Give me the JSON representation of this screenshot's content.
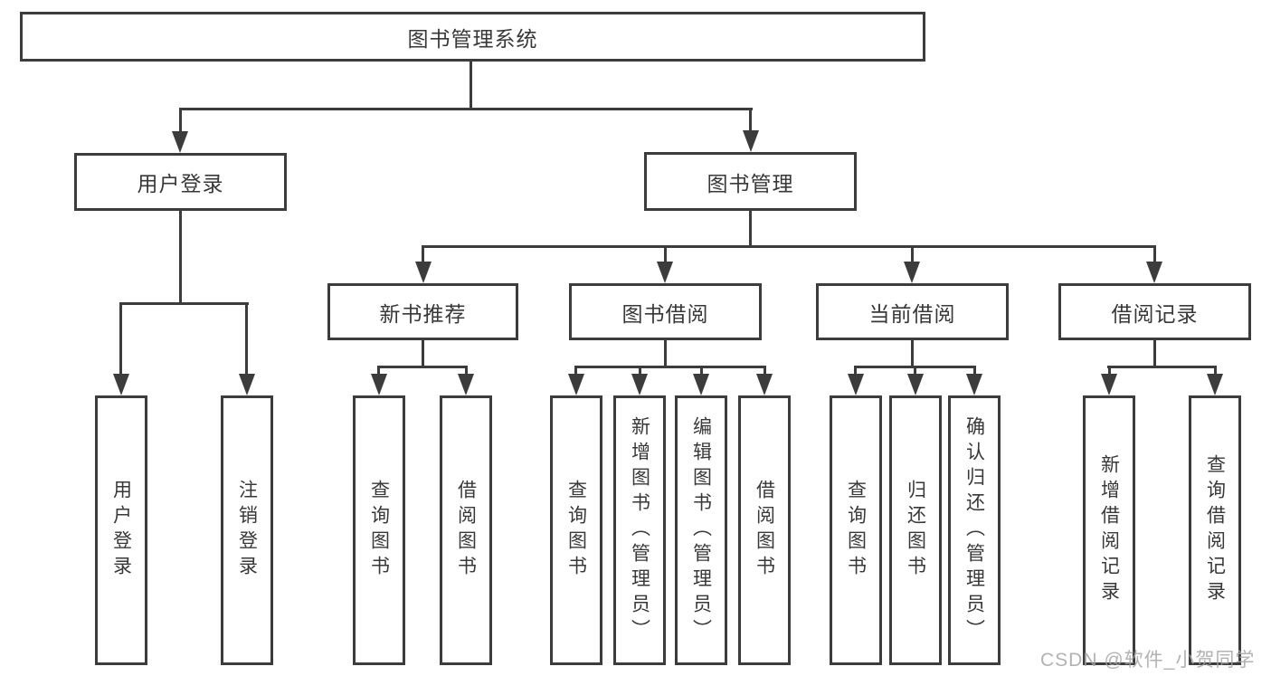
{
  "diagram": {
    "root": "图书管理系统",
    "level2": {
      "user_login": "用户登录",
      "book_mgmt": "图书管理"
    },
    "level3": {
      "new_books": "新书推荐",
      "book_borrow": "图书借阅",
      "current_borrow": "当前借阅",
      "borrow_records": "借阅记录"
    },
    "leaves": {
      "user_login": [
        "用户登录",
        "注销登录"
      ],
      "new_books": [
        "查询图书",
        "借阅图书"
      ],
      "book_borrow": [
        "查询图书",
        "新增图书（管理员）",
        "编辑图书（管理员）",
        "借阅图书"
      ],
      "current_borrow": [
        "查询图书",
        "归还图书",
        "确认归还（管理员）"
      ],
      "borrow_records": [
        "新增借阅记录",
        "查询借阅记录"
      ]
    },
    "watermark": "CSDN @软件_小贺同学",
    "colors": {
      "line": "#3c3c3c",
      "text": "#383838",
      "watermark": "#a5a5a5",
      "background": "#ffffff"
    }
  }
}
